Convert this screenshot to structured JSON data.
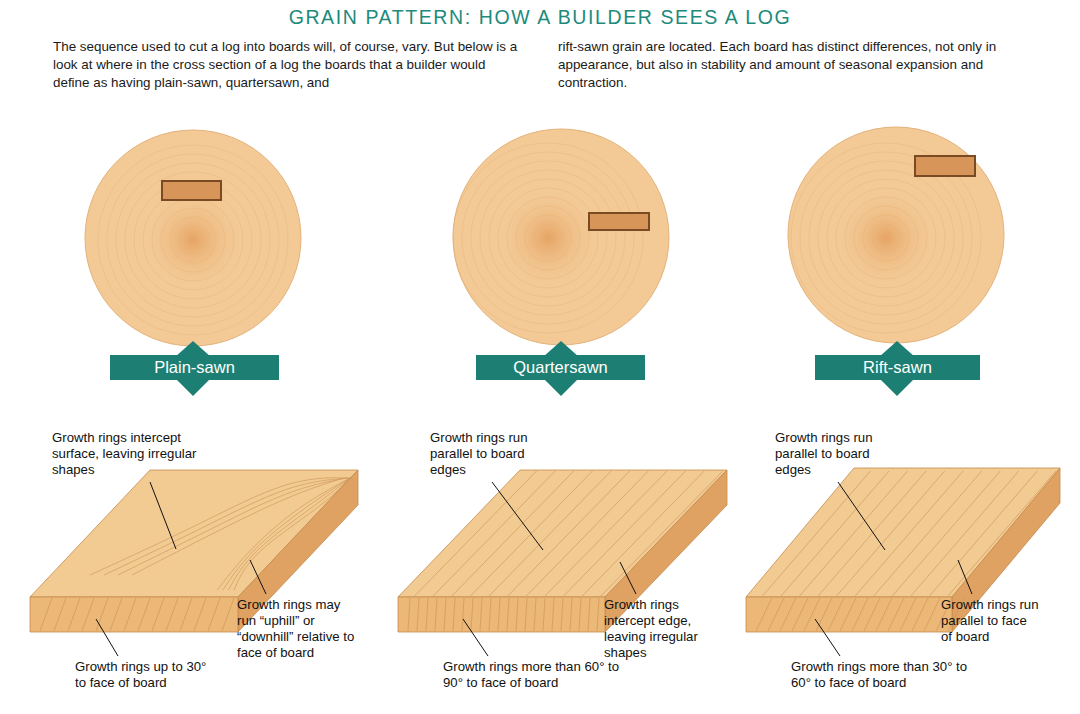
{
  "diagram": {
    "title": "GRAIN PATTERN: HOW A BUILDER SEES A LOG",
    "nodes": [
      {
        "text": [
          "Plain-sawn"
        ]
      },
      {
        "text": [
          "Quartersawn"
        ]
      },
      {
        "text": [
          "Rift-sawn"
        ]
      }
    ],
    "labels": [
      "The sequence used to cut a log into boards will, of course, vary. But below is a look at where in the cross section of a log the boards that a builder would define as having plain-sawn, quartersawn, and",
      "rift-sawn grain are located. Each board has distinct differences, not only in appearance, but also in stability and amount of seasonal expansion and contraction.",
      "Growth rings intercept surface, leaving irregular shapes",
      "Growth rings may run “uphill” or “downhill” relative to face of board",
      "Growth rings up to 30° to face of board",
      "Growth rings run parallel to board edges",
      "Growth rings intercept edge, leaving irregular shapes",
      "Growth rings more than 60° to 90° to face of board",
      "Growth rings run parallel to board edges",
      "Growth rings run parallel to face of board",
      "Growth rings more than 30° to 60° to face of board"
    ]
  }
}
